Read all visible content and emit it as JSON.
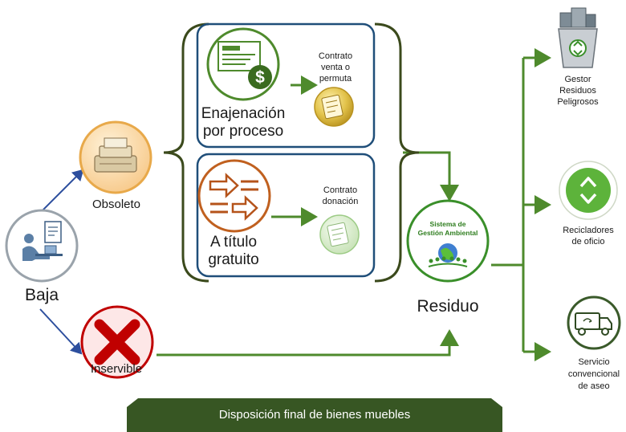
{
  "start": {
    "label": "Baja"
  },
  "branches": {
    "obsoleto": {
      "label": "Obsoleto"
    },
    "inservible": {
      "label": "Inservible"
    }
  },
  "processes": {
    "enajenacion": {
      "label_line1": "Enajenación",
      "label_line2": "por proceso",
      "contract_line1": "Contrato",
      "contract_line2": "venta o",
      "contract_line3": "permuta"
    },
    "gratuito": {
      "label_line1": "A título",
      "label_line2": "gratuito",
      "contract_line1": "Contrato",
      "contract_line2": "donación"
    }
  },
  "system": {
    "line1": "Sistema de",
    "line2": "Gestión Ambiental"
  },
  "residuo": {
    "label": "Residuo"
  },
  "destinations": {
    "gestor": {
      "line1": "Gestor",
      "line2": "Residuos",
      "line3": "Peligrosos"
    },
    "recicladores": {
      "line1": "Recicladores",
      "line2": "de oficio"
    },
    "servicio": {
      "line1": "Servicio",
      "line2": "convencional",
      "line3": "de aseo"
    }
  },
  "footer": {
    "label": "Disposición final de bienes muebles"
  },
  "colors": {
    "green_dark": "#3a6b1f",
    "green_line": "#4e8a2c",
    "blue_arrow": "#2d4f9e",
    "box_border": "#1f4e79",
    "brace": "#3b4a1c",
    "red_x": "#c00000",
    "footer_bg": "#375623"
  }
}
